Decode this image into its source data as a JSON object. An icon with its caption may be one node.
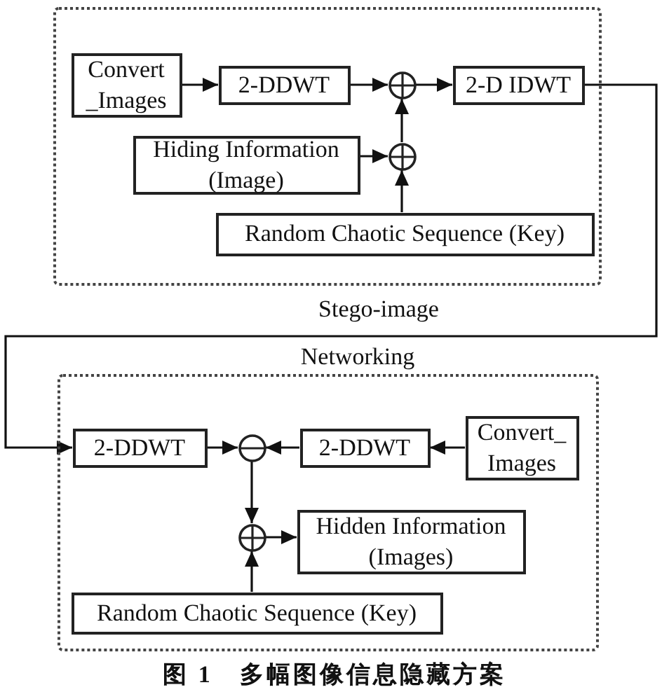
{
  "diagram": {
    "caption": "图 1　多幅图像信息隐藏方案",
    "nodes": [
      {
        "text": [],
        "shape": "box"
      },
      {
        "text": [
          "Convert _Images"
        ],
        "in": 0
      },
      {
        "text": [
          "2-DDWT"
        ],
        "in": 0
      },
      {
        "text": [],
        "shape": "circle",
        "in": 0
      },
      {
        "text": [
          "2-D IDWT"
        ],
        "in": 0
      },
      {
        "text": [
          "Hiding Information (Image)"
        ],
        "in": 0
      },
      {
        "text": [],
        "shape": "circle",
        "in": 0
      },
      {
        "text": [
          "Random Chaotic Sequence (Key)"
        ],
        "in": 0
      },
      {
        "text": [],
        "shape": "box"
      },
      {
        "text": [
          "2-DDWT"
        ],
        "in": 8
      },
      {
        "text": [],
        "shape": "circle",
        "in": 8
      },
      {
        "text": [
          "2-DDWT"
        ],
        "in": 8
      },
      {
        "text": [
          "Convert_ Images"
        ],
        "in": 8
      },
      {
        "text": [],
        "shape": "circle",
        "in": 8
      },
      {
        "text": [
          "Hidden Information (Images)"
        ],
        "in": 8
      },
      {
        "text": [
          "Random Chaotic Sequence (Key)"
        ],
        "in": 8
      }
    ],
    "edges": [
      {
        "from": 1,
        "to": 2,
        "arrow": "to"
      },
      {
        "from": 2,
        "to": 3,
        "arrow": "to"
      },
      {
        "from": 3,
        "to": 4,
        "arrow": "to"
      },
      {
        "from": 5,
        "to": 6,
        "arrow": "to"
      },
      {
        "from": 6,
        "to": 3,
        "arrow": "to"
      },
      {
        "from": 7,
        "to": 6,
        "arrow": "to"
      },
      {
        "from": 4,
        "to": 9,
        "arrow": "to"
      },
      {
        "from": 9,
        "to": 10,
        "arrow": "to"
      },
      {
        "from": 11,
        "to": 10,
        "arrow": "to"
      },
      {
        "from": 12,
        "to": 11,
        "arrow": "to"
      },
      {
        "from": 10,
        "to": 13,
        "arrow": "to"
      },
      {
        "from": 13,
        "to": 14,
        "arrow": "to"
      },
      {
        "from": 15,
        "to": 13,
        "arrow": "to"
      }
    ],
    "labels": [
      "Stego-image",
      "Networking"
    ]
  }
}
